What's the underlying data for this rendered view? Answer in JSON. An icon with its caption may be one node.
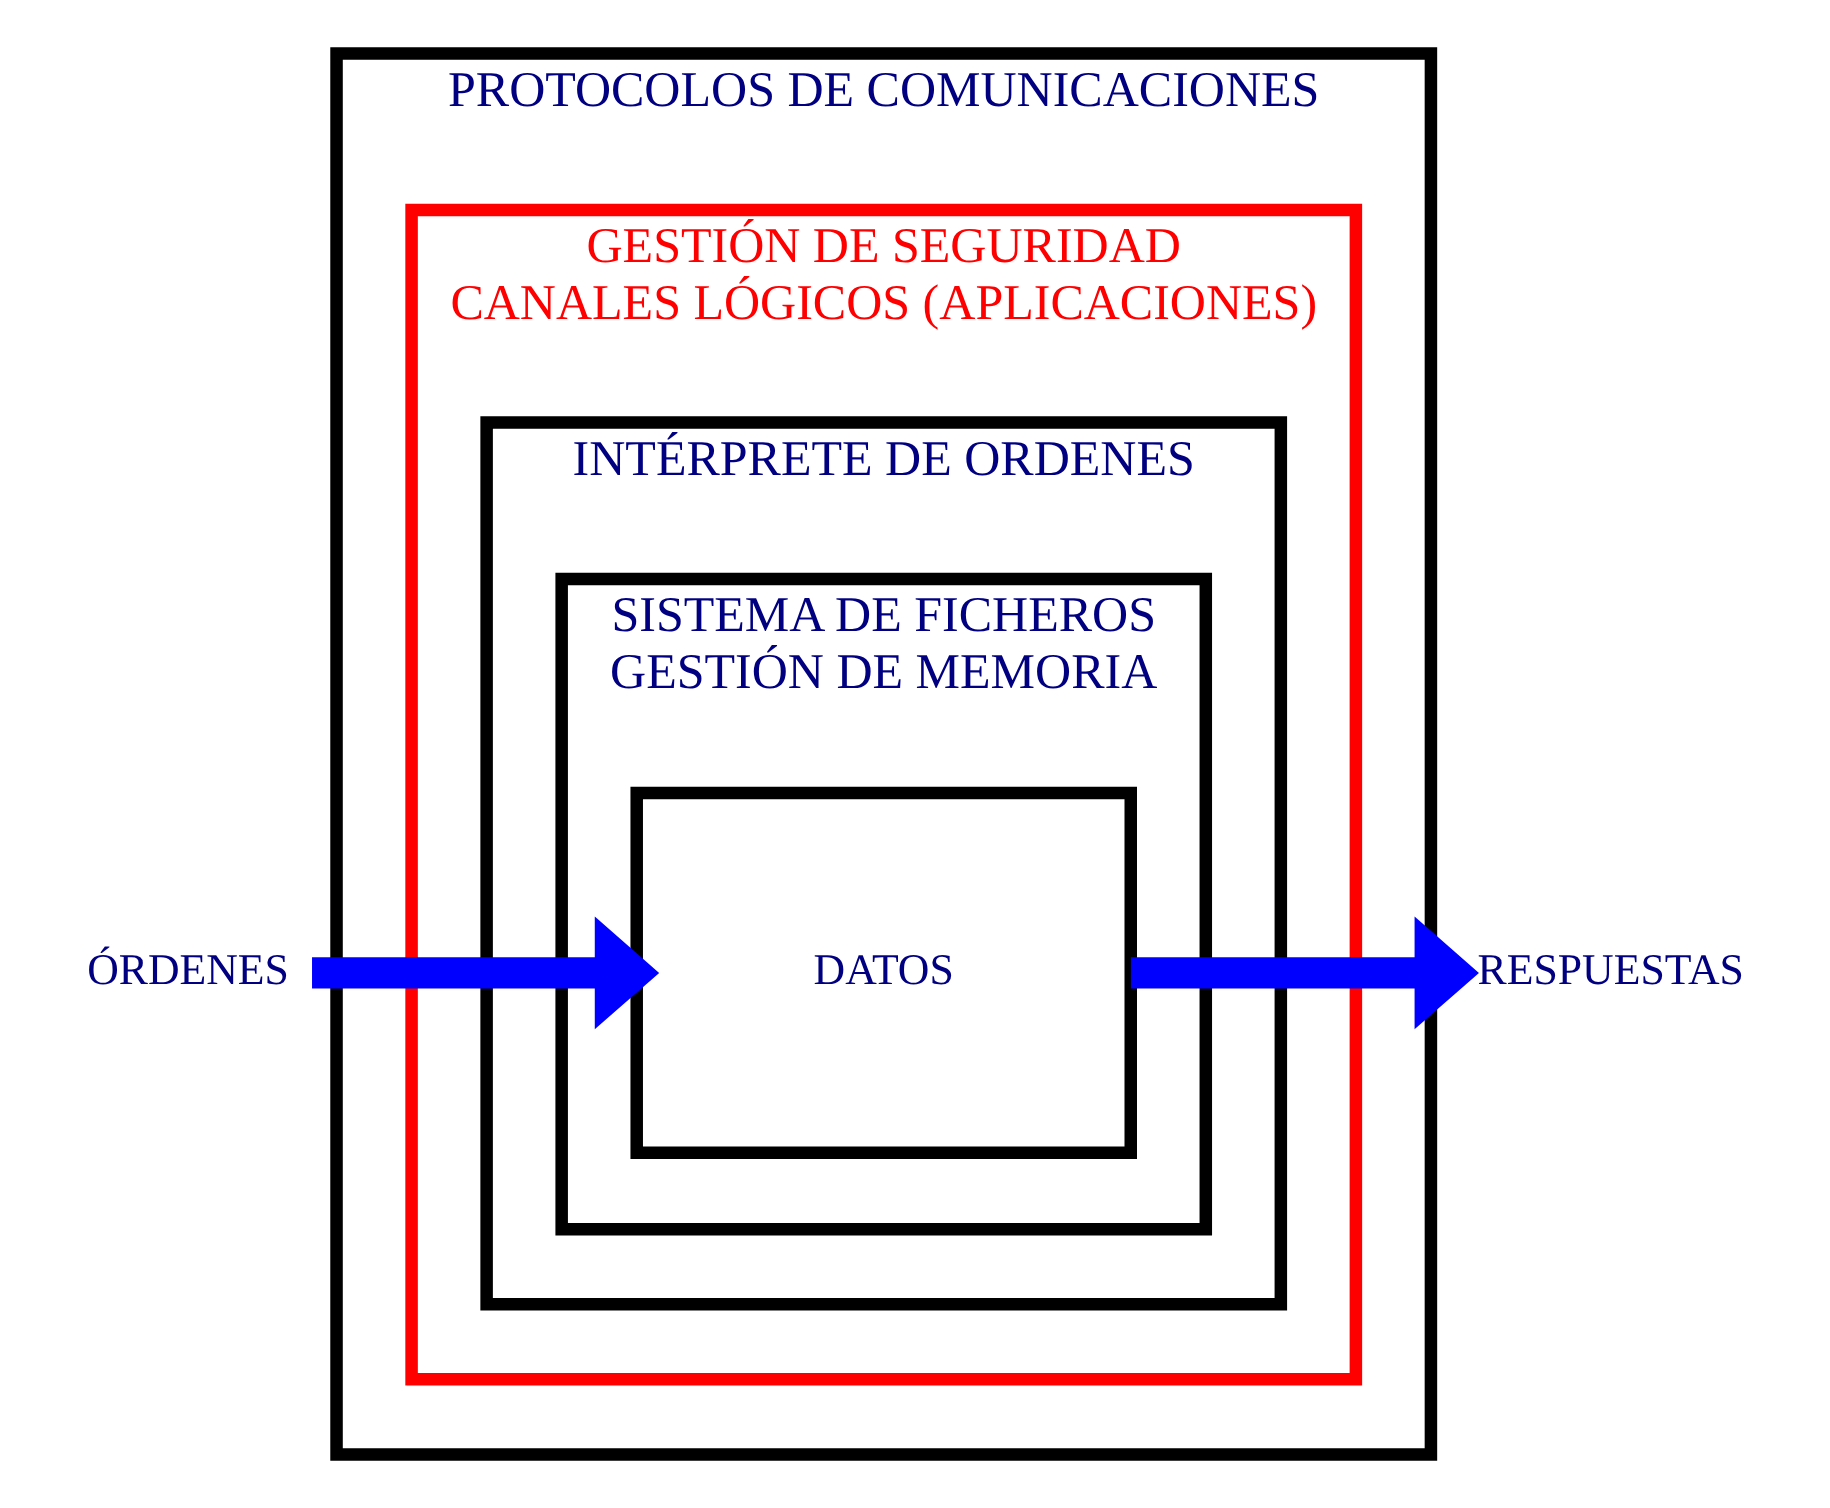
{
  "diagram": {
    "nodes": [
      {
        "text": [
          "PROTOCOLOS DE COMUNICACIONES"
        ]
      },
      {
        "text": [
          "GESTIÓN DE SEGURIDAD",
          "CANALES LÓGICOS (APLICACIONES)"
        ],
        "in": 0
      },
      {
        "text": [
          "INTÉRPRETE DE ORDENES"
        ],
        "in": 1
      },
      {
        "text": [
          "SISTEMA DE FICHEROS",
          "GESTIÓN DE MEMORIA"
        ],
        "in": 2
      },
      {
        "text": [
          "DATOS"
        ],
        "in": 3
      },
      {
        "text": [
          "ÓRDENES"
        ]
      },
      {
        "text": [
          "RESPUESTAS"
        ]
      }
    ],
    "edges": [
      {
        "from": 5,
        "to": 4,
        "arrow": "to",
        "color": "#0000ff"
      },
      {
        "from": 4,
        "to": 6,
        "arrow": "to",
        "color": "#0000ff"
      }
    ]
  }
}
